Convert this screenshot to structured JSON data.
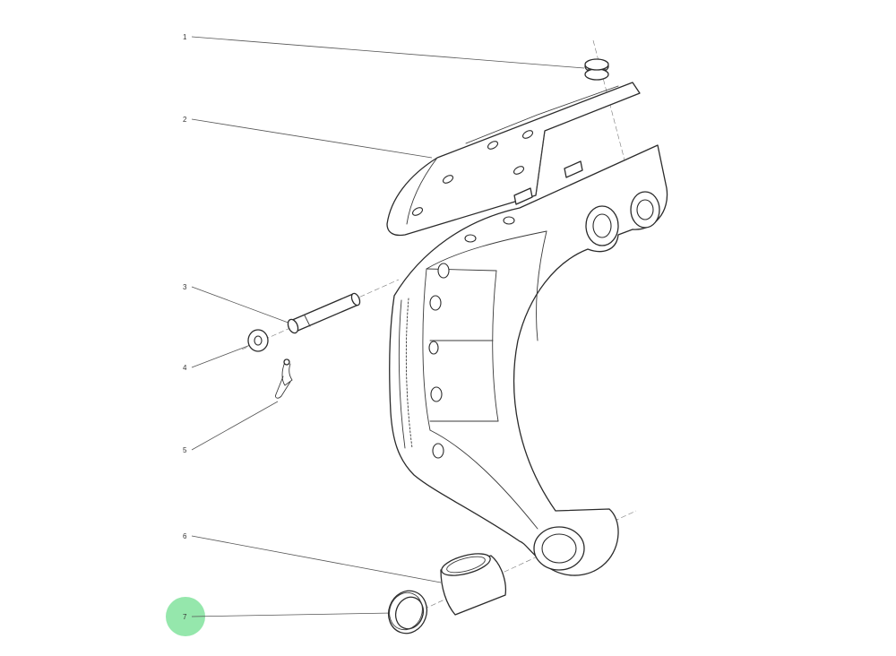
{
  "diagram": {
    "callouts": [
      {
        "number": "1",
        "part": "pin-head"
      },
      {
        "number": "2",
        "part": "brake-lining-plate"
      },
      {
        "number": "3",
        "part": "clevis-pin"
      },
      {
        "number": "4",
        "part": "washer"
      },
      {
        "number": "5",
        "part": "cotter-pin"
      },
      {
        "number": "6",
        "part": "bushing"
      },
      {
        "number": "7",
        "part": "seal-ring"
      }
    ],
    "highlighted_callout": "7",
    "highlight_color": "#8fe6a8",
    "line_color": "#2b2b2b"
  }
}
